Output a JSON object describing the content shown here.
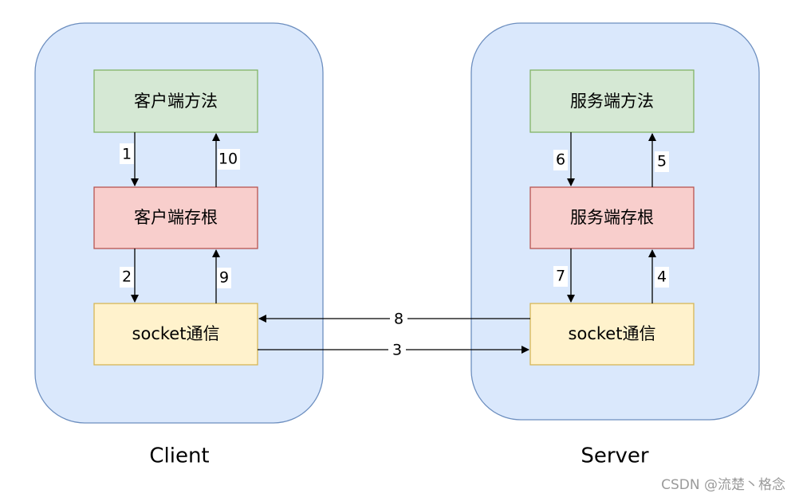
{
  "groups": {
    "client": {
      "caption": "Client"
    },
    "server": {
      "caption": "Server"
    }
  },
  "boxes": {
    "client_method": "客户端方法",
    "client_stub": "客户端存根",
    "client_socket": "socket通信",
    "server_method": "服务端方法",
    "server_stub": "服务端存根",
    "server_socket": "socket通信"
  },
  "edges": {
    "e1": "1",
    "e2": "2",
    "e3": "3",
    "e4": "4",
    "e5": "5",
    "e6": "6",
    "e7": "7",
    "e8": "8",
    "e9": "9",
    "e10": "10"
  },
  "watermark": "CSDN @流楚丶格念",
  "colors": {
    "group_fill": "#dae8fc",
    "group_stroke": "#6c8ebf",
    "method_fill": "#d5e8d4",
    "method_stroke": "#82b366",
    "stub_fill": "#f8cecc",
    "stub_stroke": "#b85450",
    "socket_fill": "#fff2cc",
    "socket_stroke": "#d6b656"
  }
}
